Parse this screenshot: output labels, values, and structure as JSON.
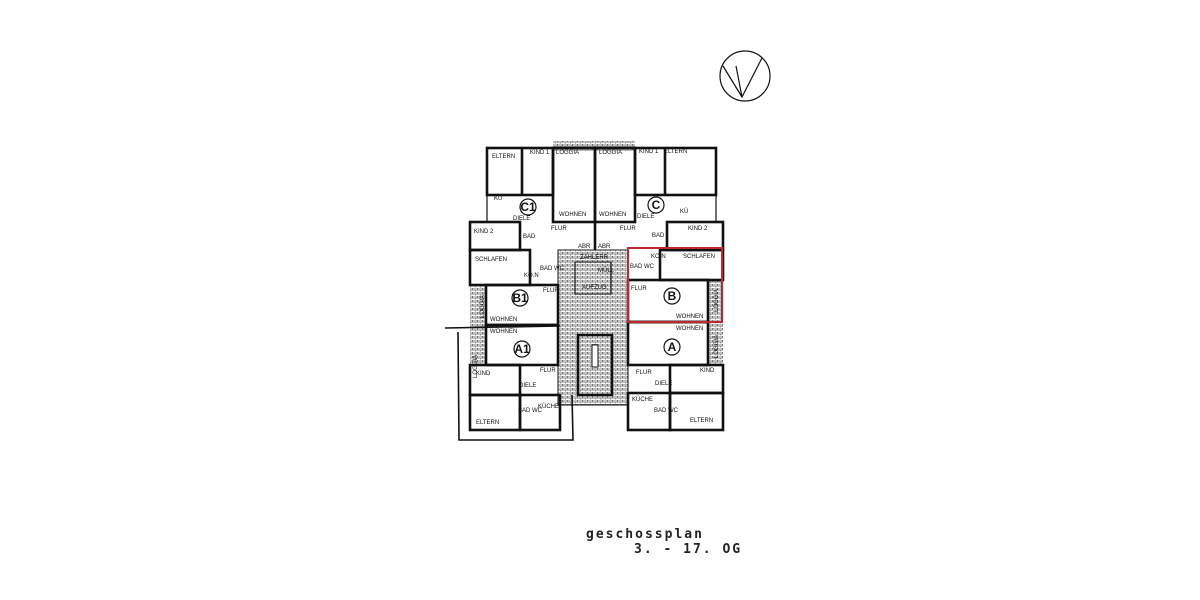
{
  "colors": {
    "highlight": "#c0282d",
    "ink": "#111111"
  },
  "icons": {
    "north_arrow": "compass-north-icon"
  },
  "title": {
    "line1": "geschossplan",
    "line2": "3. - 17. OG"
  },
  "units": {
    "a": "A",
    "a1": "A1",
    "b": "B",
    "b1": "B1",
    "c": "C",
    "c1": "C1"
  },
  "rooms": {
    "eltern": "ELTERN",
    "kind1": "KIND 1",
    "kind2": "KIND 2",
    "kind": "KIND",
    "ku": "KÜ",
    "kuche": "KÜCHE",
    "diele": "DIELE",
    "wohnen": "WOHNEN",
    "loggia": "LOGGIA",
    "flur": "FLUR",
    "bad": "BAD",
    "bad_wc": "BAD WC",
    "schlafen": "SCHLAFEN",
    "kon": "KO.N",
    "abr": "ABR",
    "zahlerr": "ZÄHLERR",
    "aufzug": "AUFZUG",
    "mull": "MÜLL"
  }
}
